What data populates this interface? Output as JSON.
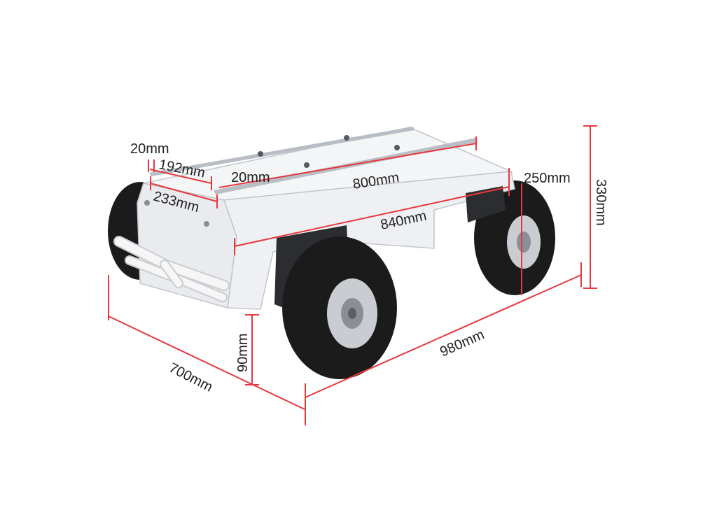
{
  "colors": {
    "dimension_line": "#e8383d",
    "dimension_text": "#222222",
    "body": "#f1f2f4",
    "body_shadow": "#d3d6db",
    "tire": "#1b1b1b",
    "rim": "#c9ccd1",
    "rail": "#b9bec6"
  },
  "dimensions": {
    "top_rail_width": "20mm",
    "rail_spacing": "192mm",
    "front_top_width": "233mm",
    "side_rail_width": "20mm",
    "rail_length": "800mm",
    "top_length": "840mm",
    "wheel_height": "250mm",
    "overall_height": "330mm",
    "ground_clearance": "90mm",
    "overall_width": "700mm",
    "overall_length": "980mm"
  }
}
